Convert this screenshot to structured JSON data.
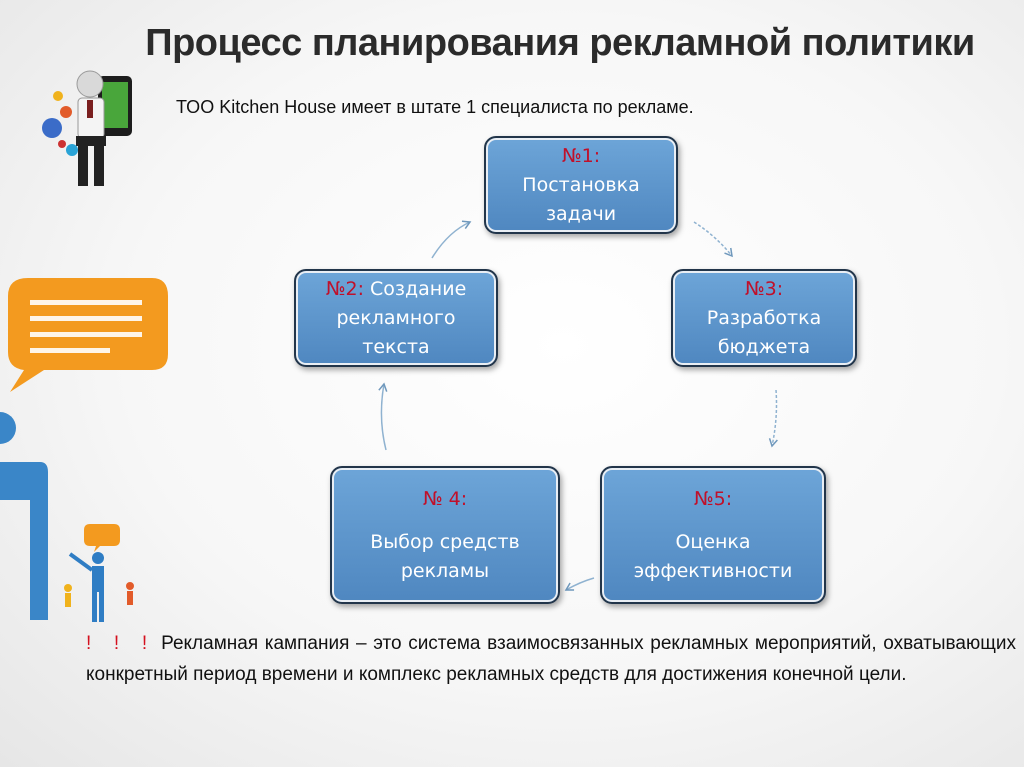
{
  "title": "Процесс планирования рекламной политики",
  "subtitle": "ТОО Kitchen House  имеет в штате 1 специалиста по рекламе.",
  "steps": [
    {
      "num": "№1:",
      "text": "Постановка задачи"
    },
    {
      "num": "№2:",
      "text": "Создание рекламного текста"
    },
    {
      "num": "№3:",
      "text": "Разработка бюджета"
    },
    {
      "num": "№ 4:",
      "text": "Выбор средств рекламы"
    },
    {
      "num": "№5:",
      "text": "Оценка эффективности"
    }
  ],
  "note": {
    "marks": "! ! !",
    "text": "Рекламная кампания – это система взаимосвязанных рекламных мероприятий, охватывающих конкретный период времени и комплекс рекламных средств для достижения конечной цели."
  },
  "colors": {
    "box": "#5b95cc",
    "number": "#c0102a",
    "exclamation": "#d4101e",
    "speech_bubble": "#f39a1f"
  }
}
